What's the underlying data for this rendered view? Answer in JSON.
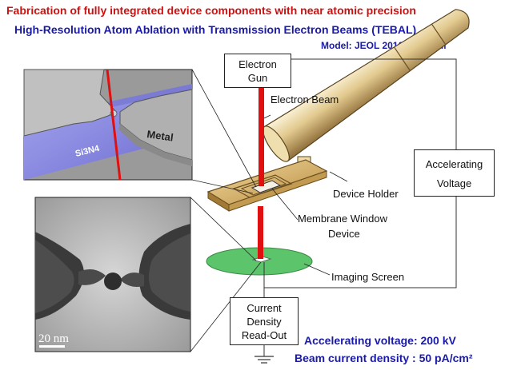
{
  "titles": {
    "main": "Fabrication of fully integrated device components with near atomic precision",
    "subtitle": "High-Resolution Atom Ablation with Transmission Electron Beams (TEBAL)",
    "model": "Model: JEOL 2010F HRTEM"
  },
  "components": {
    "electron_gun": [
      "Electron",
      "Gun"
    ],
    "electron_beam": "Electron Beam",
    "accelerating_voltage_box": [
      "Accelerating",
      "Voltage"
    ],
    "device_holder": "Device Holder",
    "membrane_window": [
      "Membrane Window",
      "Device"
    ],
    "imaging_screen": "Imaging Screen",
    "current_density_box": [
      "Current",
      "Density",
      "Read-Out"
    ]
  },
  "inset": {
    "substrate_label": "Si3N4",
    "metal_label": "Metal",
    "scale_bar": "20 nm"
  },
  "specs": {
    "voltage": "Accelerating voltage: 200 kV",
    "current_density": "Beam current density : 50 pA/cm²"
  },
  "colors": {
    "title_red": "#cc1111",
    "title_blue": "#1a1aa8",
    "beam": "#e01010",
    "screen": "#5cc46a",
    "holder": "#d8b060",
    "substrate": "#8a8ae0"
  }
}
